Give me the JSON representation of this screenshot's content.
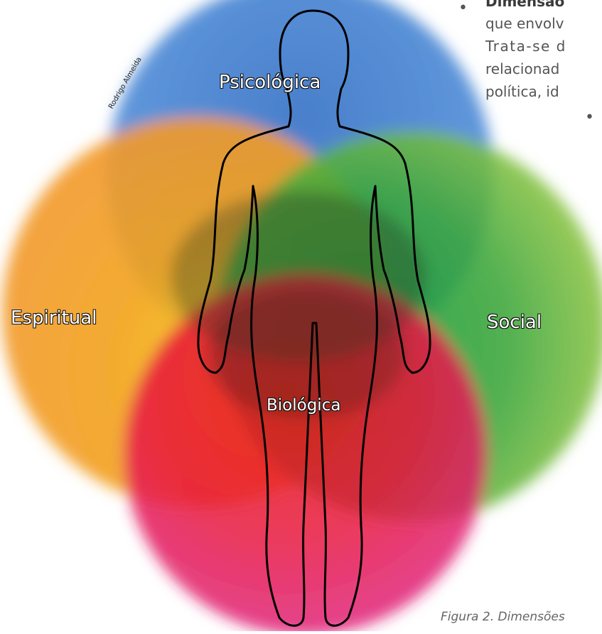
{
  "figure": {
    "labels": {
      "psicologica": "Psicológica",
      "espiritual": "Espiritual",
      "social": "Social",
      "biologica": "Biológica"
    },
    "credit": "Rodrigo Almeida",
    "caption": "Figura 2. Dimensões",
    "colors": {
      "psicologica": "#4a86d8",
      "espiritual": "#f2a51a",
      "social": "#3aa53a",
      "biologica": "#ea1f3a"
    }
  },
  "side_text": {
    "bullet": "•",
    "heading": "Dimensão",
    "lines": [
      "que envolv",
      "Trata-se d",
      "relacionad",
      "política, id"
    ]
  }
}
